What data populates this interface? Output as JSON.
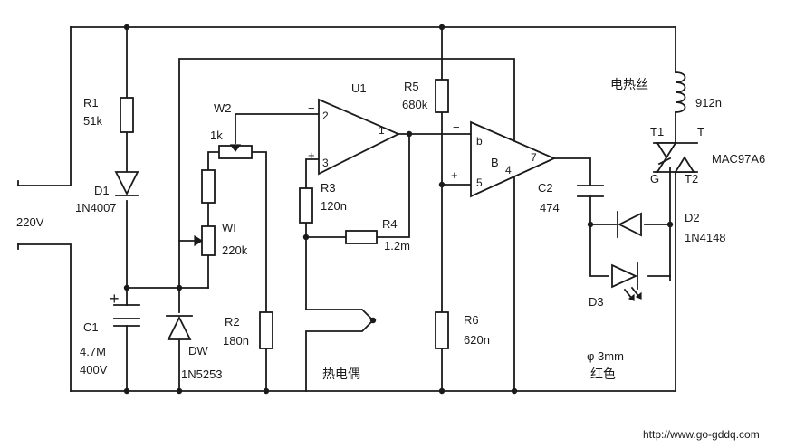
{
  "supply": {
    "label": "220V"
  },
  "R1": {
    "ref": "R1",
    "value": "51k"
  },
  "D1": {
    "ref": "D1",
    "part": "1N4007"
  },
  "C1": {
    "ref": "C1",
    "value": "4.7M",
    "voltage": "400V",
    "polarity": "+"
  },
  "DW": {
    "ref": "DW",
    "part": "1N5253"
  },
  "W2": {
    "ref": "W2",
    "value": "1k"
  },
  "W1": {
    "ref": "WI",
    "value": "220k"
  },
  "R2": {
    "ref": "R2",
    "value": "180n"
  },
  "U1": {
    "ref": "U1",
    "pin_minus": "2",
    "pin_plus": "3",
    "pin_out": "1",
    "sign_minus": "−",
    "sign_plus": "+"
  },
  "R3": {
    "ref": "R3",
    "value": "120n"
  },
  "R4": {
    "ref": "R4",
    "value": "1.2m"
  },
  "R5": {
    "ref": "R5",
    "value": "680k"
  },
  "R6": {
    "ref": "R6",
    "value": "620n"
  },
  "U2": {
    "inside_label": "B",
    "pin_minus": "b",
    "pin_plus": "5",
    "pin_out": "7",
    "pin_4": "4",
    "sign_minus": "−",
    "sign_plus": "+"
  },
  "thermocouple": {
    "label": "热电偶"
  },
  "heater": {
    "label": "电热丝",
    "value": "912n"
  },
  "C2": {
    "ref": "C2",
    "value": "474"
  },
  "triac": {
    "part": "MAC97A6",
    "t1": "T1",
    "t": "T",
    "g": "G",
    "t2": "T2"
  },
  "D2": {
    "ref": "D2",
    "part": "1N4148"
  },
  "D3": {
    "ref": "D3",
    "size": "φ 3mm",
    "color": "红色"
  },
  "watermark": "http://www.go-gddq.com"
}
